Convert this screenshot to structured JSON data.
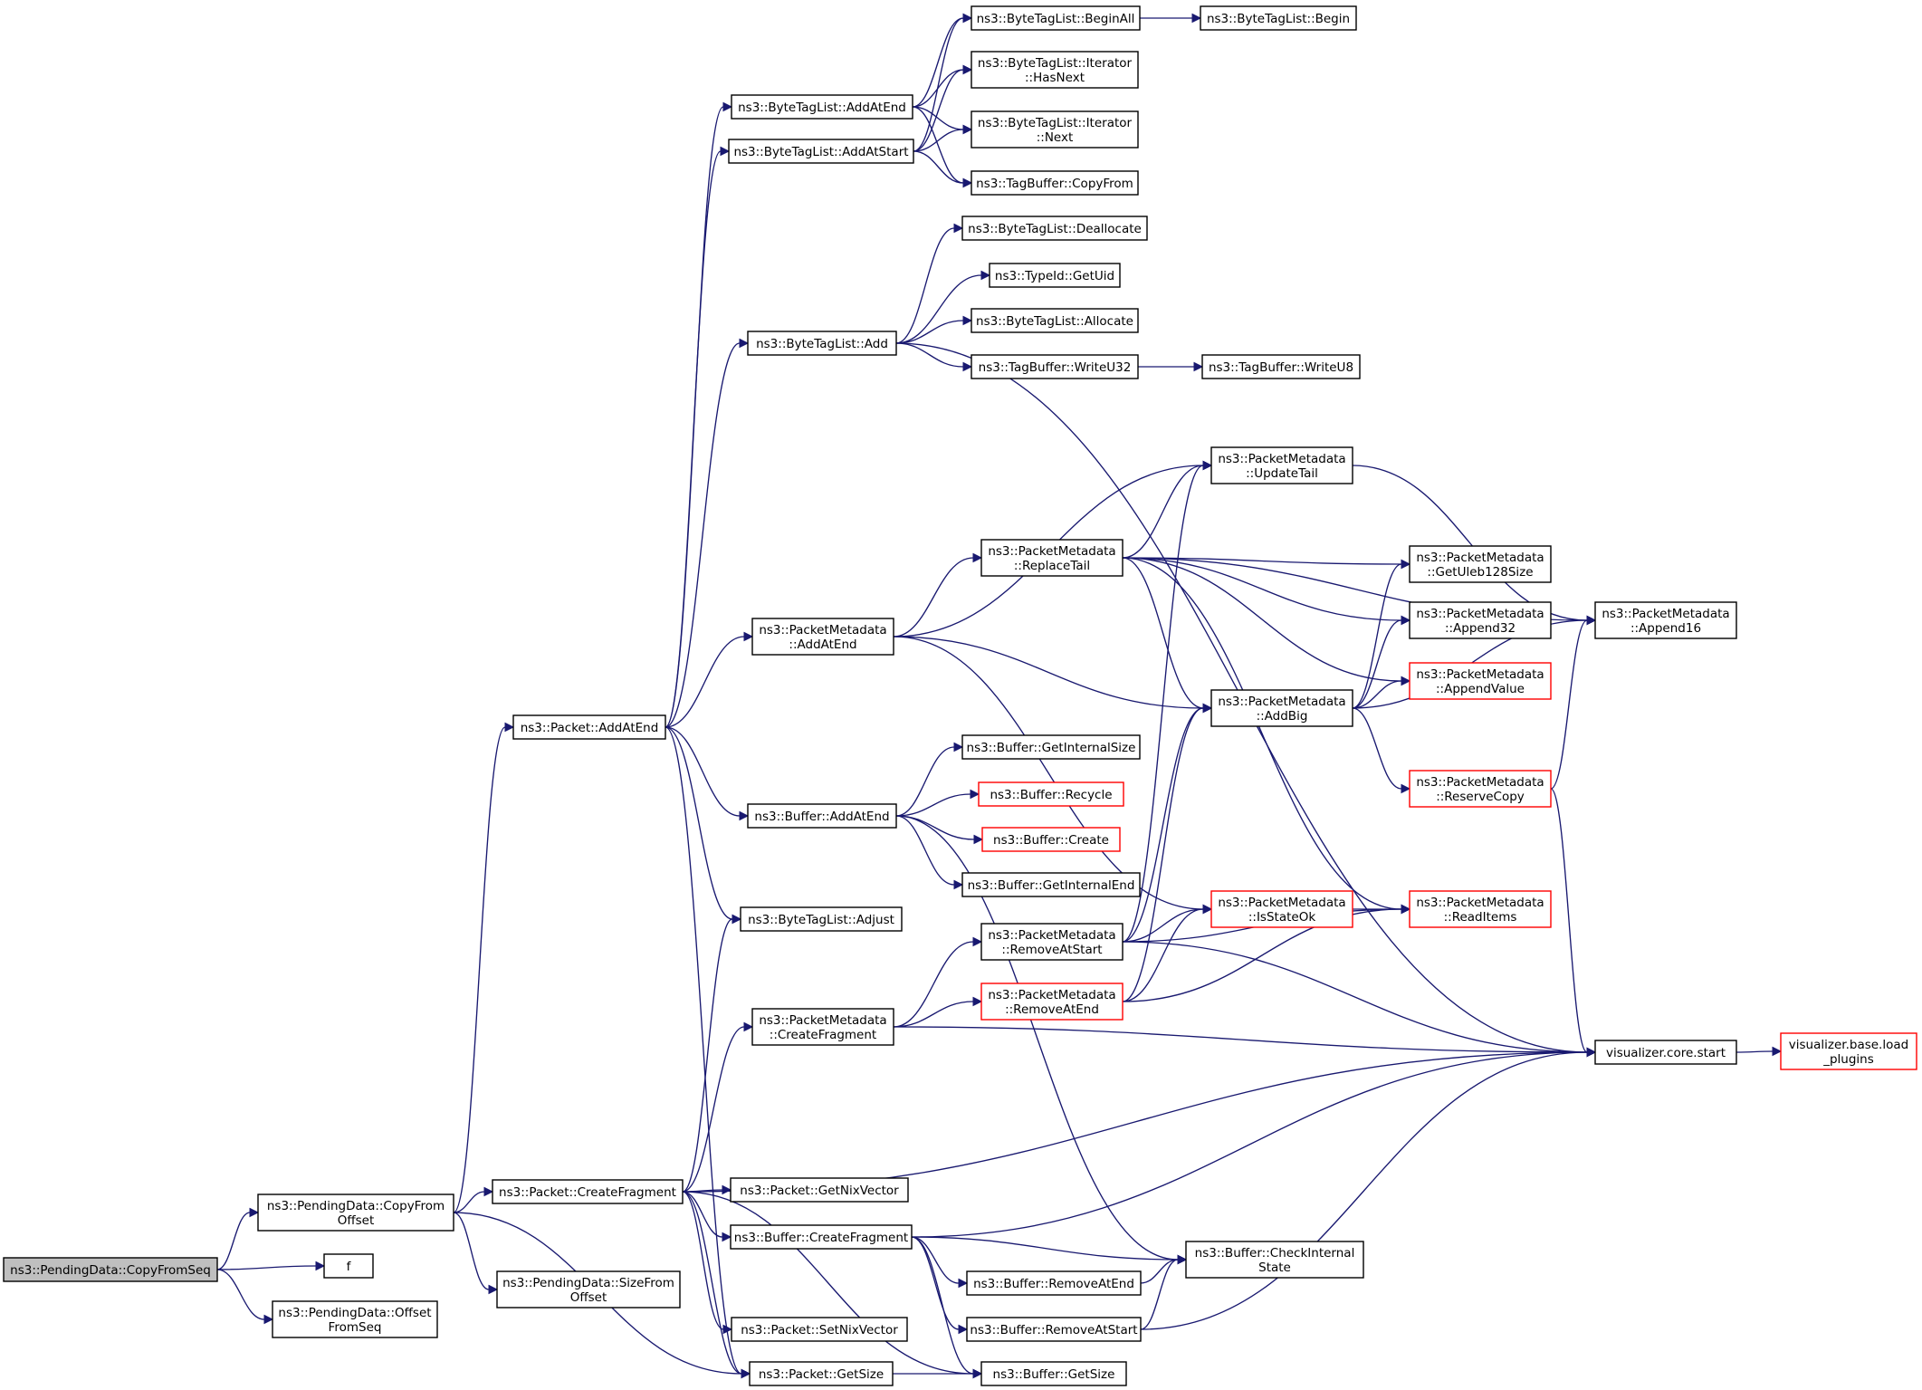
{
  "nodes": [
    {
      "id": "root",
      "lines": [
        "ns3::PendingData::CopyFromSeq"
      ],
      "style": "root"
    },
    {
      "id": "copyFromOffset",
      "lines": [
        "ns3::PendingData::CopyFrom",
        "Offset"
      ]
    },
    {
      "id": "f",
      "lines": [
        "f"
      ]
    },
    {
      "id": "offsetFromSeq",
      "lines": [
        "ns3::PendingData::Offset",
        "FromSeq"
      ]
    },
    {
      "id": "packetAddAtEnd",
      "lines": [
        "ns3::Packet::AddAtEnd"
      ]
    },
    {
      "id": "packetCreateFragment",
      "lines": [
        "ns3::Packet::CreateFragment"
      ]
    },
    {
      "id": "packetGetSize",
      "lines": [
        "ns3::Packet::GetSize"
      ]
    },
    {
      "id": "sizeFromOffset",
      "lines": [
        "ns3::PendingData::SizeFrom",
        "Offset"
      ]
    },
    {
      "id": "btlAddAtEnd",
      "lines": [
        "ns3::ByteTagList::AddAtEnd"
      ]
    },
    {
      "id": "btlAddAtStart",
      "lines": [
        "ns3::ByteTagList::AddAtStart"
      ]
    },
    {
      "id": "btlAdd",
      "lines": [
        "ns3::ByteTagList::Add"
      ]
    },
    {
      "id": "pmAddAtEnd",
      "lines": [
        "ns3::PacketMetadata",
        "::AddAtEnd"
      ]
    },
    {
      "id": "bufAddAtEnd",
      "lines": [
        "ns3::Buffer::AddAtEnd"
      ]
    },
    {
      "id": "btlAdjust",
      "lines": [
        "ns3::ByteTagList::Adjust"
      ]
    },
    {
      "id": "pmCreateFragment",
      "lines": [
        "ns3::PacketMetadata",
        "::CreateFragment"
      ]
    },
    {
      "id": "getNixVector",
      "lines": [
        "ns3::Packet::GetNixVector"
      ]
    },
    {
      "id": "bufCreateFragment",
      "lines": [
        "ns3::Buffer::CreateFragment"
      ]
    },
    {
      "id": "setNixVector",
      "lines": [
        "ns3::Packet::SetNixVector"
      ]
    },
    {
      "id": "btlBeginAll",
      "lines": [
        "ns3::ByteTagList::BeginAll"
      ]
    },
    {
      "id": "btlBegin",
      "lines": [
        "ns3::ByteTagList::Begin"
      ]
    },
    {
      "id": "itHasNext",
      "lines": [
        "ns3::ByteTagList::Iterator",
        "::HasNext"
      ]
    },
    {
      "id": "itNext",
      "lines": [
        "ns3::ByteTagList::Iterator",
        "::Next"
      ]
    },
    {
      "id": "tbCopyFrom",
      "lines": [
        "ns3::TagBuffer::CopyFrom"
      ]
    },
    {
      "id": "btlDeallocate",
      "lines": [
        "ns3::ByteTagList::Deallocate"
      ]
    },
    {
      "id": "typeIdGetUid",
      "lines": [
        "ns3::TypeId::GetUid"
      ]
    },
    {
      "id": "btlAllocate",
      "lines": [
        "ns3::ByteTagList::Allocate"
      ]
    },
    {
      "id": "tbWriteU32",
      "lines": [
        "ns3::TagBuffer::WriteU32"
      ]
    },
    {
      "id": "tbWriteU8",
      "lines": [
        "ns3::TagBuffer::WriteU8"
      ]
    },
    {
      "id": "pmUpdateTail",
      "lines": [
        "ns3::PacketMetadata",
        "::UpdateTail"
      ]
    },
    {
      "id": "pmReplaceTail",
      "lines": [
        "ns3::PacketMetadata",
        "::ReplaceTail"
      ]
    },
    {
      "id": "pmGetUleb",
      "lines": [
        "ns3::PacketMetadata",
        "::GetUleb128Size"
      ]
    },
    {
      "id": "pmAppend32",
      "lines": [
        "ns3::PacketMetadata",
        "::Append32"
      ]
    },
    {
      "id": "pmAppend16",
      "lines": [
        "ns3::PacketMetadata",
        "::Append16"
      ]
    },
    {
      "id": "pmAddBig",
      "lines": [
        "ns3::PacketMetadata",
        "::AddBig"
      ]
    },
    {
      "id": "pmAppendValue",
      "lines": [
        "ns3::PacketMetadata",
        "::AppendValue"
      ],
      "style": "red"
    },
    {
      "id": "pmReserveCopy",
      "lines": [
        "ns3::PacketMetadata",
        "::ReserveCopy"
      ],
      "style": "red"
    },
    {
      "id": "bufGetInternalSize",
      "lines": [
        "ns3::Buffer::GetInternalSize"
      ]
    },
    {
      "id": "bufRecycle",
      "lines": [
        "ns3::Buffer::Recycle"
      ],
      "style": "red"
    },
    {
      "id": "bufCreate",
      "lines": [
        "ns3::Buffer::Create"
      ],
      "style": "red"
    },
    {
      "id": "bufGetInternalEnd",
      "lines": [
        "ns3::Buffer::GetInternalEnd"
      ]
    },
    {
      "id": "pmRemoveAtStart",
      "lines": [
        "ns3::PacketMetadata",
        "::RemoveAtStart"
      ]
    },
    {
      "id": "pmIsStateOk",
      "lines": [
        "ns3::PacketMetadata",
        "::IsStateOk"
      ],
      "style": "red"
    },
    {
      "id": "pmReadItems",
      "lines": [
        "ns3::PacketMetadata",
        "::ReadItems"
      ],
      "style": "red"
    },
    {
      "id": "pmRemoveAtEnd",
      "lines": [
        "ns3::PacketMetadata",
        "::RemoveAtEnd"
      ],
      "style": "red"
    },
    {
      "id": "vizStart",
      "lines": [
        "visualizer.core.start"
      ]
    },
    {
      "id": "vizLoadPlugins",
      "lines": [
        "visualizer.base.load",
        "_plugins"
      ],
      "style": "red"
    },
    {
      "id": "bufCheckInternalState",
      "lines": [
        "ns3::Buffer::CheckInternal",
        "State"
      ]
    },
    {
      "id": "bufRemoveAtEnd",
      "lines": [
        "ns3::Buffer::RemoveAtEnd"
      ]
    },
    {
      "id": "bufRemoveAtStart",
      "lines": [
        "ns3::Buffer::RemoveAtStart"
      ]
    },
    {
      "id": "bufGetSize",
      "lines": [
        "ns3::Buffer::GetSize"
      ]
    }
  ],
  "edges": [
    [
      "root",
      "copyFromOffset"
    ],
    [
      "root",
      "f"
    ],
    [
      "root",
      "offsetFromSeq"
    ],
    [
      "copyFromOffset",
      "packetAddAtEnd"
    ],
    [
      "copyFromOffset",
      "packetCreateFragment"
    ],
    [
      "copyFromOffset",
      "packetGetSize"
    ],
    [
      "copyFromOffset",
      "sizeFromOffset"
    ],
    [
      "packetAddAtEnd",
      "btlAddAtEnd"
    ],
    [
      "packetAddAtEnd",
      "btlAddAtStart"
    ],
    [
      "packetAddAtEnd",
      "btlAdd"
    ],
    [
      "packetAddAtEnd",
      "pmAddAtEnd"
    ],
    [
      "packetAddAtEnd",
      "bufAddAtEnd"
    ],
    [
      "packetAddAtEnd",
      "btlAdjust"
    ],
    [
      "packetAddAtEnd",
      "packetGetSize"
    ],
    [
      "btlAddAtEnd",
      "btlBeginAll"
    ],
    [
      "btlAddAtEnd",
      "itHasNext"
    ],
    [
      "btlAddAtEnd",
      "itNext"
    ],
    [
      "btlAddAtEnd",
      "tbCopyFrom"
    ],
    [
      "btlAddAtStart",
      "btlBeginAll"
    ],
    [
      "btlAddAtStart",
      "itHasNext"
    ],
    [
      "btlAddAtStart",
      "itNext"
    ],
    [
      "btlAddAtStart",
      "tbCopyFrom"
    ],
    [
      "btlBeginAll",
      "btlBegin"
    ],
    [
      "btlAdd",
      "btlDeallocate"
    ],
    [
      "btlAdd",
      "typeIdGetUid"
    ],
    [
      "btlAdd",
      "btlAllocate"
    ],
    [
      "btlAdd",
      "tbWriteU32"
    ],
    [
      "btlAdd",
      "vizStart"
    ],
    [
      "tbWriteU32",
      "tbWriteU8"
    ],
    [
      "pmAddAtEnd",
      "pmUpdateTail"
    ],
    [
      "pmAddAtEnd",
      "pmReplaceTail"
    ],
    [
      "pmAddAtEnd",
      "pmAddBig"
    ],
    [
      "pmAddAtEnd",
      "pmIsStateOk"
    ],
    [
      "pmUpdateTail",
      "pmAppend16"
    ],
    [
      "pmReplaceTail",
      "pmUpdateTail"
    ],
    [
      "pmReplaceTail",
      "pmGetUleb"
    ],
    [
      "pmReplaceTail",
      "pmAppend32"
    ],
    [
      "pmReplaceTail",
      "pmAppend16"
    ],
    [
      "pmReplaceTail",
      "pmAppendValue"
    ],
    [
      "pmReplaceTail",
      "pmAddBig"
    ],
    [
      "pmReplaceTail",
      "pmReadItems"
    ],
    [
      "pmAddBig",
      "pmGetUleb"
    ],
    [
      "pmAddBig",
      "pmAppend32"
    ],
    [
      "pmAddBig",
      "pmAppendValue"
    ],
    [
      "pmAddBig",
      "pmAppend16"
    ],
    [
      "pmAddBig",
      "pmReserveCopy"
    ],
    [
      "pmReserveCopy",
      "pmAppend16"
    ],
    [
      "pmReserveCopy",
      "vizStart"
    ],
    [
      "bufAddAtEnd",
      "bufGetInternalSize"
    ],
    [
      "bufAddAtEnd",
      "bufRecycle"
    ],
    [
      "bufAddAtEnd",
      "bufCreate"
    ],
    [
      "bufAddAtEnd",
      "bufGetInternalEnd"
    ],
    [
      "bufAddAtEnd",
      "bufCheckInternalState"
    ],
    [
      "pmRemoveAtStart",
      "pmUpdateTail"
    ],
    [
      "pmRemoveAtStart",
      "pmAddBig"
    ],
    [
      "pmRemoveAtStart",
      "pmIsStateOk"
    ],
    [
      "pmRemoveAtStart",
      "pmReadItems"
    ],
    [
      "pmRemoveAtStart",
      "vizStart"
    ],
    [
      "pmRemoveAtEnd",
      "pmAddBig"
    ],
    [
      "pmRemoveAtEnd",
      "pmIsStateOk"
    ],
    [
      "pmRemoveAtEnd",
      "pmReadItems"
    ],
    [
      "pmIsStateOk",
      "pmReadItems"
    ],
    [
      "pmCreateFragment",
      "pmRemoveAtStart"
    ],
    [
      "pmCreateFragment",
      "pmRemoveAtEnd"
    ],
    [
      "pmCreateFragment",
      "vizStart"
    ],
    [
      "packetCreateFragment",
      "pmCreateFragment"
    ],
    [
      "packetCreateFragment",
      "btlAdjust"
    ],
    [
      "packetCreateFragment",
      "getNixVector"
    ],
    [
      "packetCreateFragment",
      "bufCreateFragment"
    ],
    [
      "packetCreateFragment",
      "setNixVector"
    ],
    [
      "packetCreateFragment",
      "packetGetSize"
    ],
    [
      "packetCreateFragment",
      "bufGetSize"
    ],
    [
      "packetCreateFragment",
      "vizStart"
    ],
    [
      "bufCreateFragment",
      "bufCheckInternalState"
    ],
    [
      "bufCreateFragment",
      "bufRemoveAtEnd"
    ],
    [
      "bufCreateFragment",
      "bufRemoveAtStart"
    ],
    [
      "bufCreateFragment",
      "bufGetSize"
    ],
    [
      "bufCreateFragment",
      "vizStart"
    ],
    [
      "bufRemoveAtEnd",
      "bufCheckInternalState"
    ],
    [
      "bufRemoveAtStart",
      "bufCheckInternalState"
    ],
    [
      "bufRemoveAtStart",
      "vizStart"
    ],
    [
      "packetGetSize",
      "bufGetSize"
    ],
    [
      "vizStart",
      "vizLoadPlugins"
    ]
  ]
}
